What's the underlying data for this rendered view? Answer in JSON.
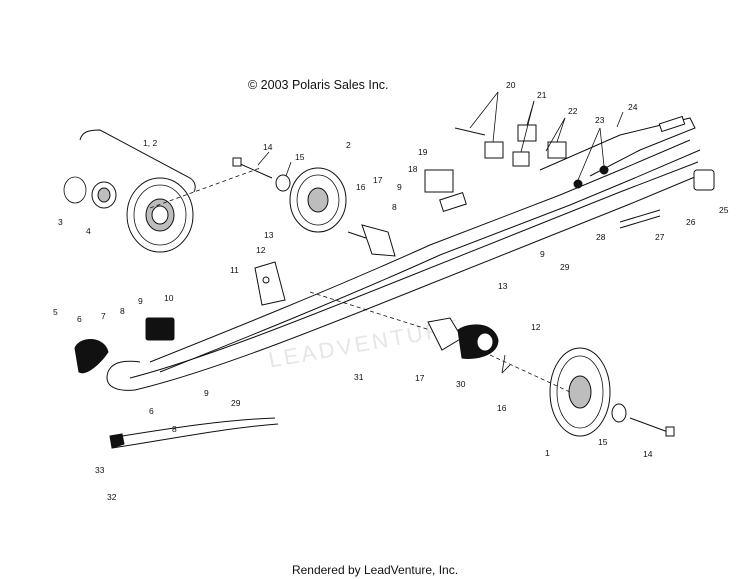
{
  "header": {
    "copyright": "© 2003 Polaris Sales Inc."
  },
  "footer": {
    "rendered_by": "Rendered by LeadVenture, Inc."
  },
  "watermark": "LEADVENTURE",
  "callouts": [
    {
      "id": "c-1-2",
      "text": "1, 2"
    },
    {
      "id": "c-3",
      "text": "3"
    },
    {
      "id": "c-4",
      "text": "4"
    },
    {
      "id": "c-14a",
      "text": "14"
    },
    {
      "id": "c-15a",
      "text": "15"
    },
    {
      "id": "c-2",
      "text": "2"
    },
    {
      "id": "c-16a",
      "text": "16"
    },
    {
      "id": "c-17a",
      "text": "17"
    },
    {
      "id": "c-18",
      "text": "18"
    },
    {
      "id": "c-19",
      "text": "19"
    },
    {
      "id": "c-9a",
      "text": "9"
    },
    {
      "id": "c-8a",
      "text": "8"
    },
    {
      "id": "c-20",
      "text": "20"
    },
    {
      "id": "c-21",
      "text": "21"
    },
    {
      "id": "c-22",
      "text": "22"
    },
    {
      "id": "c-23",
      "text": "23"
    },
    {
      "id": "c-24",
      "text": "24"
    },
    {
      "id": "c-25",
      "text": "25"
    },
    {
      "id": "c-26",
      "text": "26"
    },
    {
      "id": "c-27",
      "text": "27"
    },
    {
      "id": "c-28",
      "text": "28"
    },
    {
      "id": "c-9b",
      "text": "9"
    },
    {
      "id": "c-29a",
      "text": "29"
    },
    {
      "id": "c-13a",
      "text": "13"
    },
    {
      "id": "c-12a",
      "text": "12"
    },
    {
      "id": "c-13b",
      "text": "13"
    },
    {
      "id": "c-11",
      "text": "11"
    },
    {
      "id": "c-5",
      "text": "5"
    },
    {
      "id": "c-6a",
      "text": "6"
    },
    {
      "id": "c-7",
      "text": "7"
    },
    {
      "id": "c-8b",
      "text": "8"
    },
    {
      "id": "c-9c",
      "text": "9"
    },
    {
      "id": "c-10",
      "text": "10"
    },
    {
      "id": "c-31",
      "text": "31"
    },
    {
      "id": "c-17b",
      "text": "17"
    },
    {
      "id": "c-30",
      "text": "30"
    },
    {
      "id": "c-12b",
      "text": "12"
    },
    {
      "id": "c-16b",
      "text": "16"
    },
    {
      "id": "c-6b",
      "text": "6"
    },
    {
      "id": "c-9d",
      "text": "9"
    },
    {
      "id": "c-8c",
      "text": "8"
    },
    {
      "id": "c-29b",
      "text": "29"
    },
    {
      "id": "c-1",
      "text": "1"
    },
    {
      "id": "c-15b",
      "text": "15"
    },
    {
      "id": "c-14b",
      "text": "14"
    },
    {
      "id": "c-33",
      "text": "33"
    },
    {
      "id": "c-32",
      "text": "32"
    }
  ]
}
